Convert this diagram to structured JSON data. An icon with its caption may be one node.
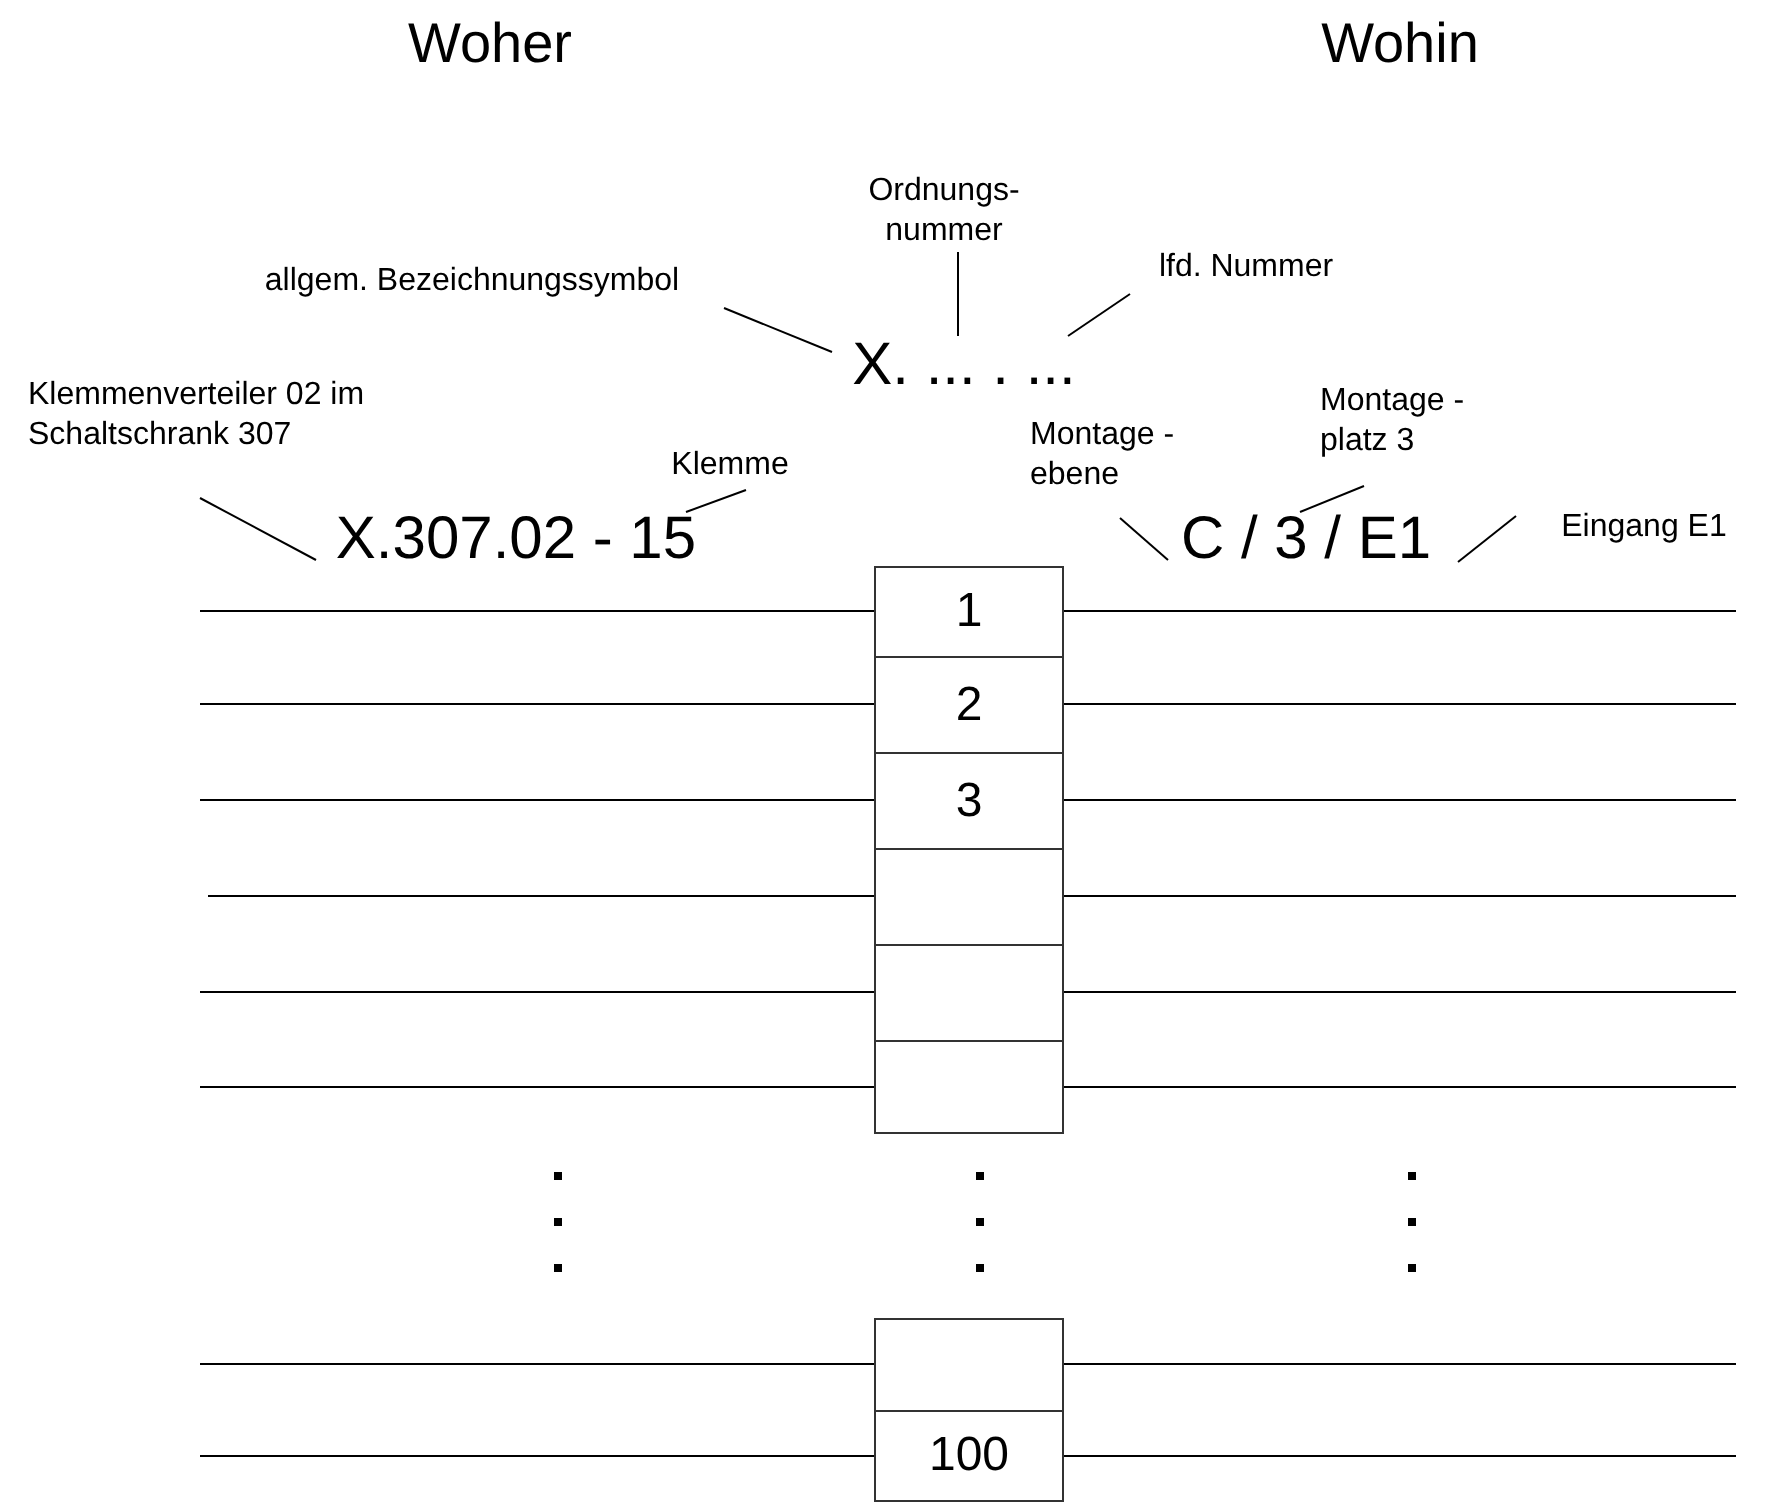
{
  "diagram": {
    "nodes": [
      {
        "text": [
          "Ordnungs- nummer"
        ]
      },
      {
        "text": [
          "allgem. Bezeichnungssymbol"
        ]
      },
      {
        "text": [
          "lfd. Nummer"
        ]
      },
      {
        "text": [
          "X. ... . ..."
        ]
      },
      {
        "text": [
          "Klemmenverteiler 02 im Schaltschrank 307"
        ]
      },
      {
        "text": [
          "Montage - platz 3"
        ]
      },
      {
        "text": [
          "Klemme"
        ]
      },
      {
        "text": [
          "Montage - ebene"
        ]
      },
      {
        "text": [
          "Eingang E1"
        ]
      },
      {
        "text": [
          "X.307.02 - 15"
        ]
      },
      {
        "text": [
          "C / 3 / E1"
        ]
      },
      {
        "text": [
          "1"
        ]
      },
      {
        "text": [
          "2"
        ]
      },
      {
        "text": [
          "3"
        ]
      },
      {
        "text": [],
        "shape": "box"
      },
      {
        "text": [],
        "shape": "box"
      },
      {
        "text": [],
        "shape": "box"
      },
      {
        "text": [],
        "shape": "box"
      },
      {
        "text": [
          "100"
        ]
      }
    ],
    "edges": [
      {
        "from": 1,
        "to": 3,
        "arrow": "none"
      },
      {
        "from": 0,
        "to": 3,
        "arrow": "none"
      },
      {
        "from": 2,
        "to": 3,
        "arrow": "none"
      },
      {
        "from": 4,
        "to": 9,
        "arrow": "none"
      },
      {
        "from": 6,
        "to": 9,
        "arrow": "none"
      },
      {
        "from": 7,
        "to": 10,
        "arrow": "none"
      },
      {
        "from": 5,
        "to": 10,
        "arrow": "none"
      },
      {
        "from": 8,
        "to": 10,
        "arrow": "none"
      },
      {
        "from": null,
        "to": 11,
        "arrow": "none"
      },
      {
        "from": 11,
        "to": null,
        "arrow": "none"
      },
      {
        "from": null,
        "to": 12,
        "arrow": "none"
      },
      {
        "from": 12,
        "to": null,
        "arrow": "none"
      },
      {
        "from": null,
        "to": 13,
        "arrow": "none"
      },
      {
        "from": 13,
        "to": null,
        "arrow": "none"
      },
      {
        "from": null,
        "to": 14,
        "arrow": "none"
      },
      {
        "from": 14,
        "to": null,
        "arrow": "none"
      },
      {
        "from": null,
        "to": 15,
        "arrow": "none"
      },
      {
        "from": 15,
        "to": null,
        "arrow": "none"
      },
      {
        "from": null,
        "to": 16,
        "arrow": "none"
      },
      {
        "from": 16,
        "to": null,
        "arrow": "none"
      },
      {
        "from": null,
        "to": 17,
        "arrow": "none"
      },
      {
        "from": 17,
        "to": null,
        "arrow": "none"
      },
      {
        "from": null,
        "to": 18,
        "arrow": "none"
      },
      {
        "from": 18,
        "to": null,
        "arrow": "none"
      }
    ],
    "labels": [
      "Woher",
      "Wohin"
    ]
  }
}
